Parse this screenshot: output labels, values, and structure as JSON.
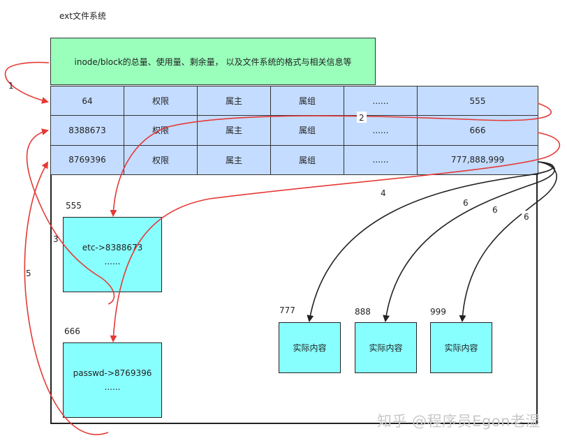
{
  "title": "ext文件系统",
  "superblock": {
    "text": "inode/block的总量、使用量、剩余量， 以及文件系统的格式与相关信息等"
  },
  "inode_table": {
    "rows": [
      [
        "64",
        "权限",
        "属主",
        "属组",
        "......",
        "555"
      ],
      [
        "8388673",
        "权限",
        "属主",
        "属组",
        "......",
        "666"
      ],
      [
        "8769396",
        "权限",
        "属主",
        "属组",
        "......",
        "777,888,999"
      ]
    ]
  },
  "blocks": {
    "b555": {
      "label": "555",
      "line1": "etc->8388673",
      "line2": "......"
    },
    "b666": {
      "label": "666",
      "line1": "passwd->8769396",
      "line2": "......"
    },
    "b777": {
      "label": "777",
      "text": "实际内容"
    },
    "b888": {
      "label": "888",
      "text": "实际内容"
    },
    "b999": {
      "label": "999",
      "text": "实际内容"
    }
  },
  "arrows": {
    "a1": "1",
    "a2": "2",
    "a3": "3",
    "a4": "4",
    "a5": "5",
    "a6a": "6",
    "a6b": "6",
    "a6c": "6"
  },
  "colors": {
    "red_arrow": "#e53935",
    "black_arrow": "#222222"
  },
  "watermark": "知乎 @程序员Egon老湿"
}
